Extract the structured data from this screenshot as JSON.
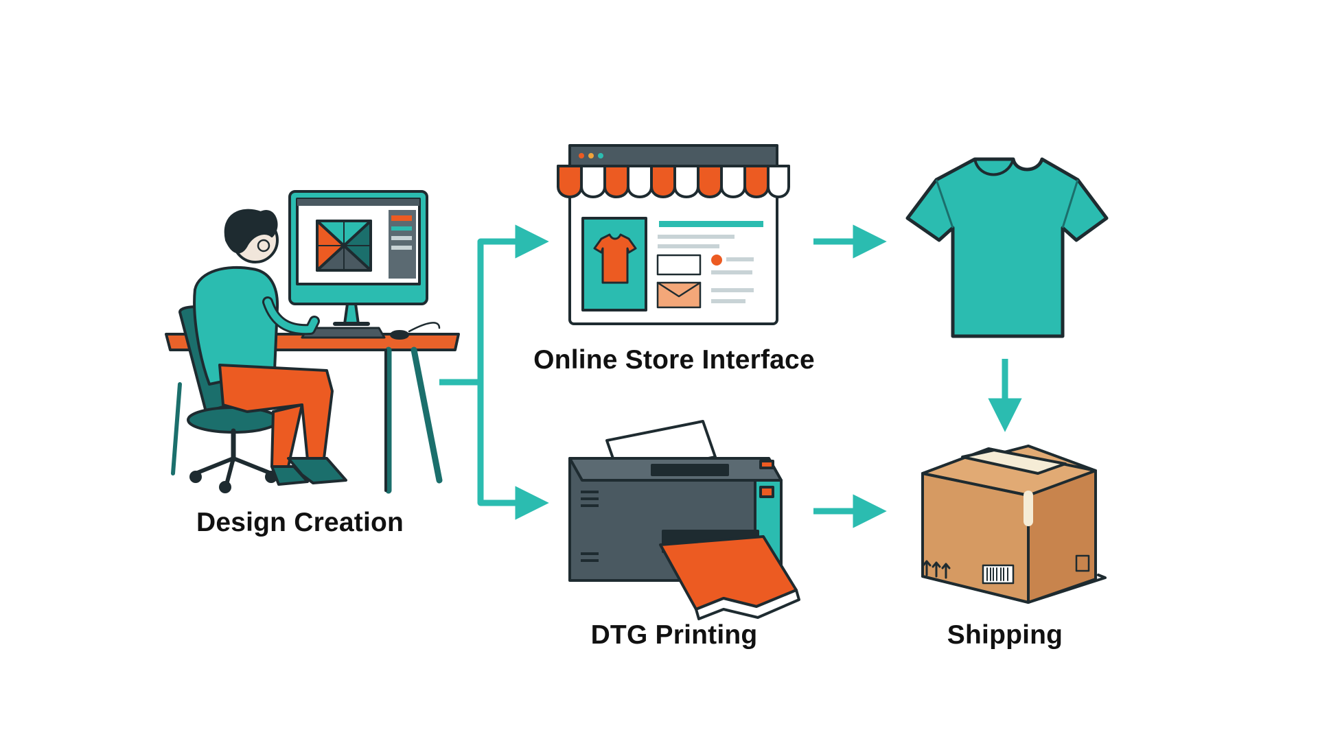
{
  "diagram": {
    "nodes": {
      "design": {
        "label": "Design Creation",
        "icon": "designer-at-desk-icon"
      },
      "store": {
        "label": "Online Store Interface",
        "icon": "online-store-icon"
      },
      "shirt": {
        "label": "",
        "icon": "t-shirt-icon"
      },
      "printing": {
        "label": "DTG Printing",
        "icon": "printer-icon"
      },
      "shipping": {
        "label": "Shipping",
        "icon": "shipping-box-icon"
      }
    },
    "edges": [
      {
        "from": "design",
        "to": "store"
      },
      {
        "from": "design",
        "to": "printing"
      },
      {
        "from": "store",
        "to": "shirt"
      },
      {
        "from": "shirt",
        "to": "shipping"
      },
      {
        "from": "printing",
        "to": "shipping"
      }
    ]
  },
  "colors": {
    "teal": "#2bbcb0",
    "dark_teal": "#1b6f6c",
    "orange": "#ec5b22",
    "outline": "#1e2b30",
    "cardboard": "#d69a62",
    "printer_gray": "#4a5961"
  }
}
